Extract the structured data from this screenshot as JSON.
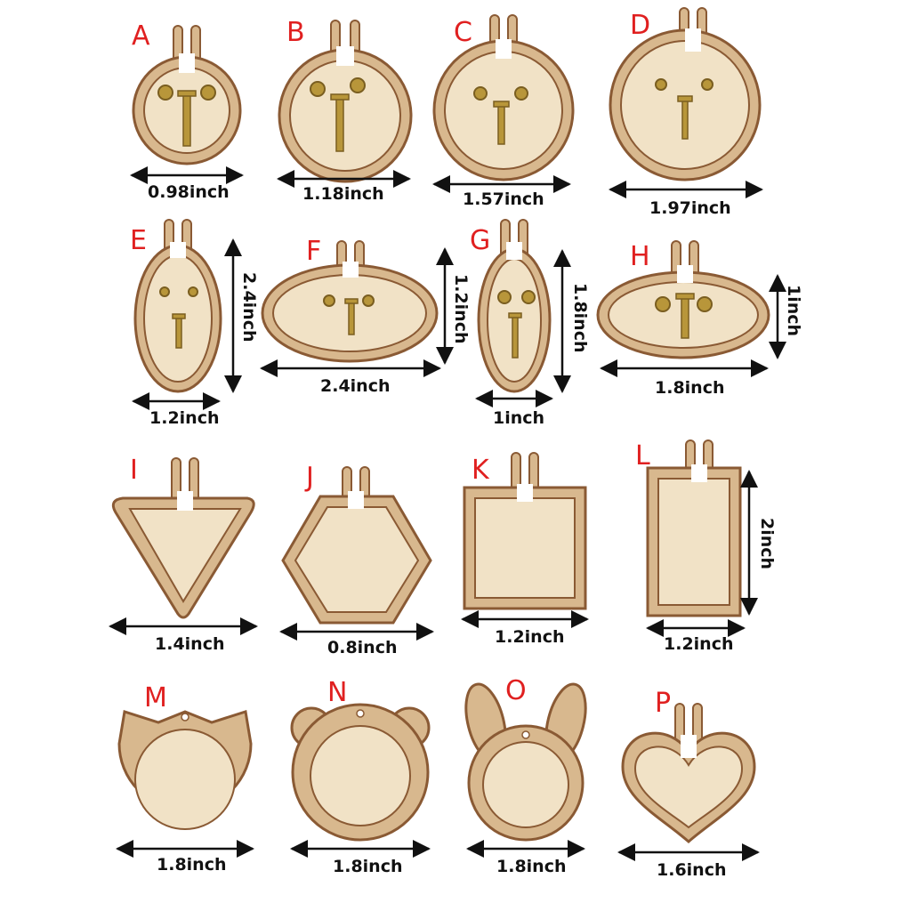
{
  "colors": {
    "frame": "#d8b88e",
    "frame_edge": "#8a5a34",
    "inner": "#f1e2c6",
    "label": "#e02020",
    "hardware": "#b8963a",
    "arrow": "#111111"
  },
  "items": [
    {
      "letter": "A",
      "width": "0.98inch"
    },
    {
      "letter": "B",
      "width": "1.18inch"
    },
    {
      "letter": "C",
      "width": "1.57inch"
    },
    {
      "letter": "D",
      "width": "1.97inch"
    },
    {
      "letter": "E",
      "width": "1.2inch",
      "height": "2.4inch"
    },
    {
      "letter": "F",
      "width": "2.4inch",
      "height": "1.2inch"
    },
    {
      "letter": "G",
      "width": "1inch",
      "height": "1.8inch"
    },
    {
      "letter": "H",
      "width": "1.8inch",
      "height": "1inch"
    },
    {
      "letter": "I",
      "width": "1.4inch"
    },
    {
      "letter": "J",
      "width": "0.8inch"
    },
    {
      "letter": "K",
      "width": "1.2inch"
    },
    {
      "letter": "L",
      "width": "1.2inch",
      "height": "2inch"
    },
    {
      "letter": "M",
      "width": "1.8inch"
    },
    {
      "letter": "N",
      "width": "1.8inch"
    },
    {
      "letter": "O",
      "width": "1.8inch"
    },
    {
      "letter": "P",
      "width": "1.6inch"
    }
  ]
}
